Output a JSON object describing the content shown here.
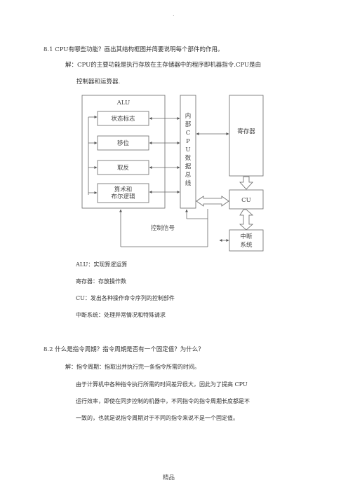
{
  "header_dot": ".",
  "q81": {
    "question": "8.1  CPU有哪些功能？画出其结构框图并简要说明每个部件的作用。",
    "answer_line1": "解：CPU的主要功能是执行存放在主存储器中的程序即机器指令.CPU是由",
    "answer_line2": "控制器和运算器."
  },
  "diagram": {
    "alu_label": "ALU",
    "alu_units": [
      "状态标志",
      "移位",
      "取反",
      "算术和\n布尔逻辑"
    ],
    "bus_label": [
      "内",
      "部",
      "C",
      "P",
      "U",
      "数",
      "据",
      "总",
      "线"
    ],
    "register_label": "寄存器",
    "cu_label": "CU",
    "control_signal_label": "控制信号",
    "interrupt_label": [
      "中断",
      "系统"
    ]
  },
  "definitions": [
    "ALU：实现算逻运算",
    "寄存器：存放操作数",
    "CU：发出各种操作命令序列的控制部件",
    "中断系统：处理异常情况和特殊请求"
  ],
  "q82": {
    "question": "8.2  什么是指令周期？指令周期是否有一个固定值？为什么？",
    "answer_line1": "解：指令周期：指取出并执行完一条指令所需的时间。",
    "body_line1": "由于计算机中各种指令执行所需的时间差异很大，因此为了提高 CPU",
    "body_line2": "运行效率，即使在同步控制的机器中，不同指令的指令周期长度都是不",
    "body_line3": "一致的，也就是说指令周期对于不同的指令来说不是一个固定值。"
  },
  "footer": "精品"
}
